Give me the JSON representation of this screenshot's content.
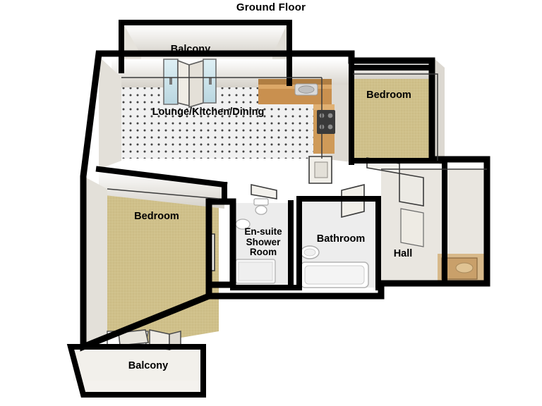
{
  "title": "Ground Floor",
  "rooms": [
    {
      "id": "balcony-top",
      "label": "Balcony"
    },
    {
      "id": "lounge",
      "label": "Lounge/Kitchen/Dining"
    },
    {
      "id": "bedroom-top",
      "label": "Bedroom"
    },
    {
      "id": "bedroom-left",
      "label": "Bedroom"
    },
    {
      "id": "ensuite",
      "label": "En-suite\nShower\nRoom"
    },
    {
      "id": "bathroom",
      "label": "Bathroom"
    },
    {
      "id": "hall",
      "label": "Hall"
    },
    {
      "id": "balcony-bottom",
      "label": "Balcony"
    }
  ],
  "colors": {
    "wall": "#000000",
    "wall_face": "#f2f0ec",
    "wall_shade": "#d8d4cd",
    "carpet": "#cfc08a",
    "tile_floor": "#efefef",
    "kitchen_counter": "#c08a4a",
    "background": "#ffffff",
    "window_glass": "#cfe3ea",
    "door_wood": "#e8e4dc"
  },
  "fixtures": [
    {
      "name": "kitchen-counter-run"
    },
    {
      "name": "kitchen-sink"
    },
    {
      "name": "hob"
    },
    {
      "name": "balcony-doors-top"
    },
    {
      "name": "balcony-doors-bottom"
    },
    {
      "name": "wc-ensuite"
    },
    {
      "name": "basin-ensuite"
    },
    {
      "name": "shower-tray"
    },
    {
      "name": "wc-bathroom"
    },
    {
      "name": "basin-bathroom"
    },
    {
      "name": "bathtub"
    },
    {
      "name": "wardrobe-hall"
    },
    {
      "name": "bench-hall"
    }
  ]
}
